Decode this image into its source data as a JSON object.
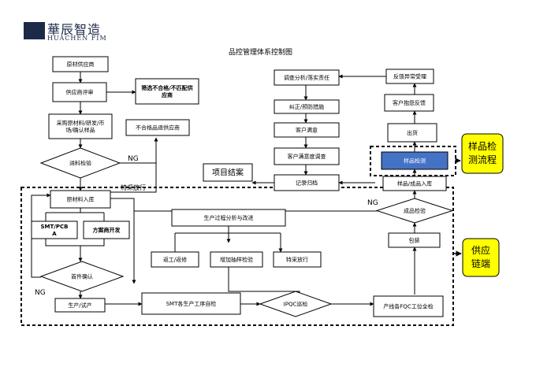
{
  "header": {
    "logo_cn": "華辰智造",
    "logo_en": "HUACHEN FIM",
    "title": "品控管理体系控制图"
  },
  "nodes": {
    "raw_supplier": "原材供应商",
    "supplier_eval": "供应商评审",
    "filter_supplier": "筛选不合格/不匹配供应商",
    "purchase": "采购原材料/研发/市场/确认样品",
    "reject_return": "不合格品退供应商",
    "incoming_check": "进料检验",
    "raw_storage": "原材料入库",
    "smt_pcba": "SMT/PCBA",
    "solution_dev": "方案商开发",
    "first_confirm": "首件确认",
    "production": "生产/试产",
    "smt_self_check": "SMT各生产工序自检",
    "ipqc": "IPQC巡检",
    "fqc": "产线各FQC工位全检",
    "process_analysis": "生产过程分析与改进",
    "rework": "返工/返修",
    "add_sampling": "增加抽样检验",
    "special_release": "特采放行",
    "project_close": "项目结案",
    "investigate": "调查分析/落实责任",
    "corrective": "纠正/预防措施",
    "customer_satisfy": "客户满意",
    "satisfaction_survey": "客户满意度调查",
    "record_archive": "记录归档",
    "feedback_handle": "反馈异常受理",
    "customer_complaint": "客户抱怨反馈",
    "shipment": "出货",
    "sample_test": "样品检测",
    "sample_storage": "样品/成品入库",
    "product_inspect": "成品检验",
    "packing": "包装"
  },
  "edge_labels": {
    "ng_incoming": "NG",
    "special_release_flow": "特采放行",
    "ng_product": "NG",
    "ng_first": "NG"
  },
  "callouts": {
    "sample_process": "样品检\n测流程",
    "supply_chain": "供应\n链端"
  },
  "colors": {
    "callout_fill": "#ffff00",
    "highlight_fill": "#4472c4",
    "line": "#000000",
    "brand": "#1b2a49"
  }
}
